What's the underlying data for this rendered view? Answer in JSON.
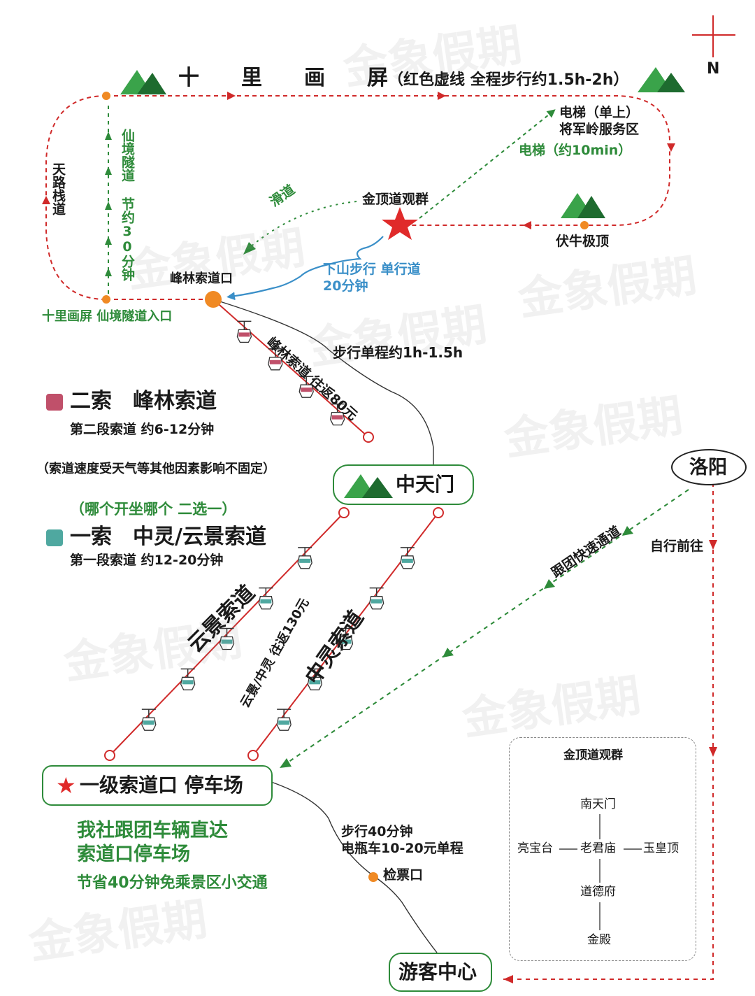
{
  "watermark": "金象假期",
  "compass": {
    "label": "N"
  },
  "top_route": {
    "name": "十　　里　　画　　屏",
    "note": "（红色虚线 全程步行约1.5h-2h）"
  },
  "tianlu": "天路栈道",
  "xianjing_tunnel": "仙境隧道 节约30分钟",
  "elevator": {
    "title": "电梯（单上）",
    "area": "将军岭服务区",
    "duration": "电梯（约10min）"
  },
  "slide_label": "滑道",
  "jinding": "金顶道观群",
  "funiu": "伏牛极顶",
  "downhill": {
    "line1": "下山步行 单行道",
    "line2": "20分钟"
  },
  "fenglin_entry": "峰林索道口",
  "tunnel_entry": "十里画屏 仙境隧道入口",
  "walk_oneway": "步行单程约1h-1.5h",
  "fenglin_cable_label": "峰林索道 往返80元",
  "cable2": {
    "title": "二索　峰林索道",
    "sub": "第二段索道 约6-12分钟",
    "note": "（索道速度受天气等其他因素影响不固定）"
  },
  "choose_one": "（哪个开坐哪个 二选一）",
  "cable1": {
    "title": "一索　中灵/云景索道",
    "sub": "第一段索道 约12-20分钟"
  },
  "zhongtianmen": "中天门",
  "yunjing_label": "云景索道",
  "zhongling_label": "中灵索道",
  "cable_price": "云景/中灵 往返130元",
  "luoyang": "洛阳",
  "self_drive": "自行前往",
  "express": "跟团快速通道",
  "parking": "一级索道口 停车场",
  "promo": {
    "line1": "我社跟团车辆直达",
    "line2": "索道口停车场",
    "line3": "节省40分钟免乘景区小交通"
  },
  "walk_ticket": {
    "line1": "步行40分钟",
    "line2": "电瓶车10-20元单程"
  },
  "ticket_gate": "检票口",
  "visitor_center": "游客中心",
  "inset": {
    "title": "金顶道观群",
    "nantianmen": "南天门",
    "liangbaotai": "亮宝台",
    "laojunmiao": "老君庙",
    "yuhuangding": "玉皇顶",
    "daodefu": "道德府",
    "jindian": "金殿"
  },
  "colors": {
    "route_red": "#d02a2a",
    "green": "#2e8b3a",
    "blue": "#3a8fc8",
    "orange": "#f08a24",
    "mountain_dark": "#1e6b2f",
    "mountain_light": "#3aa34a",
    "cabin_red": "#c0506a",
    "cabin_teal": "#4fa8a0"
  }
}
